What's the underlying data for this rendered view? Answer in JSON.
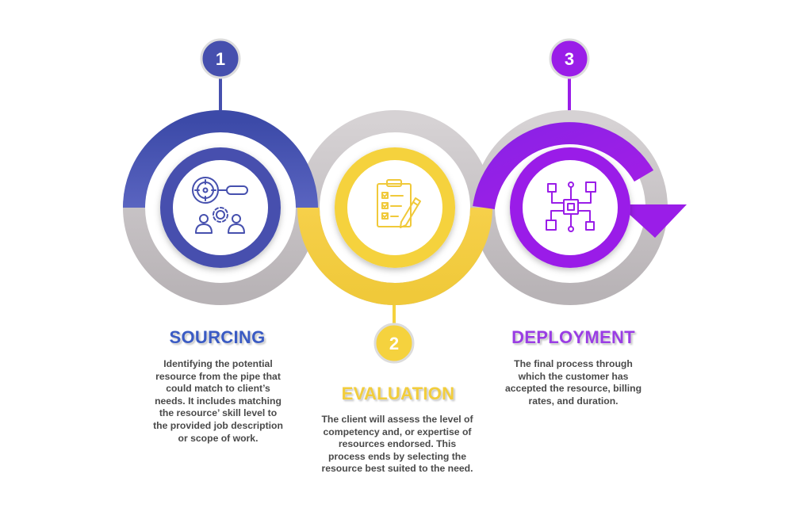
{
  "colors": {
    "blue": "#4650ae",
    "yellow": "#f5d23e",
    "purple": "#9a1de8",
    "gray": "#c9c4c6"
  },
  "steps": [
    {
      "number": "1",
      "title": "SOURCING",
      "icon": "search-gear-people-icon",
      "description": "Identifying the potential resource from the pipe that could match to client’s needs. It includes matching the resource’ skill level to the provided job description or scope of work."
    },
    {
      "number": "2",
      "title": "EVALUATION",
      "icon": "checklist-clipboard-icon",
      "description": "The client will assess the level of competency and, or expertise of resources endorsed. This process ends by selecting the resource best suited to the need."
    },
    {
      "number": "3",
      "title": "DEPLOYMENT",
      "icon": "circuit-network-icon",
      "description": "The final process through which the customer has accepted the resource, billing rates, and duration."
    }
  ]
}
